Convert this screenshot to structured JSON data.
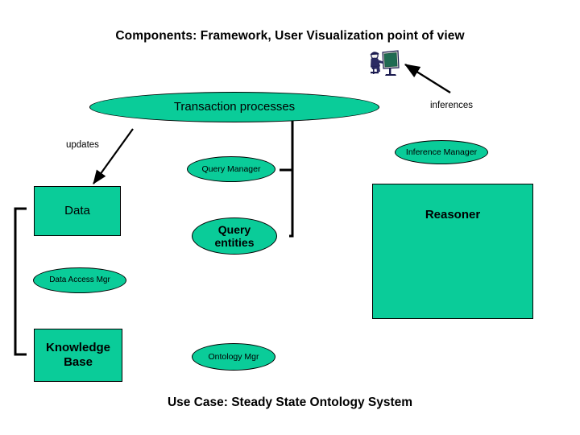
{
  "slide": {
    "title": "Components:  Framework, User Visualization point of view",
    "caption": "Use Case:  Steady State Ontology System",
    "background": "#ffffff",
    "shape_fill": "#0ACC99",
    "shape_stroke": "#000000",
    "text_color": "#000000"
  },
  "icons": {
    "presenter": "person-at-computer-icon"
  },
  "nodes": {
    "transaction_processes": {
      "label": "Transaction processes",
      "shape": "ellipse"
    },
    "query_manager": {
      "label": "Query Manager",
      "shape": "ellipse"
    },
    "inference_manager": {
      "label": "Inference Manager",
      "shape": "ellipse"
    },
    "data": {
      "label": "Data",
      "shape": "rectangle"
    },
    "query_entities": {
      "label": "Query\nentities",
      "shape": "ellipse"
    },
    "reasoner": {
      "label": "Reasoner",
      "shape": "rectangle"
    },
    "data_access_mgr": {
      "label": "Data Access Mgr",
      "shape": "ellipse"
    },
    "knowledge_base": {
      "label": "Knowledge\nBase",
      "shape": "rectangle"
    },
    "ontology_mgr": {
      "label": "Ontology Mgr",
      "shape": "ellipse"
    }
  },
  "labels": {
    "updates": "updates",
    "inferences": "inferences"
  }
}
